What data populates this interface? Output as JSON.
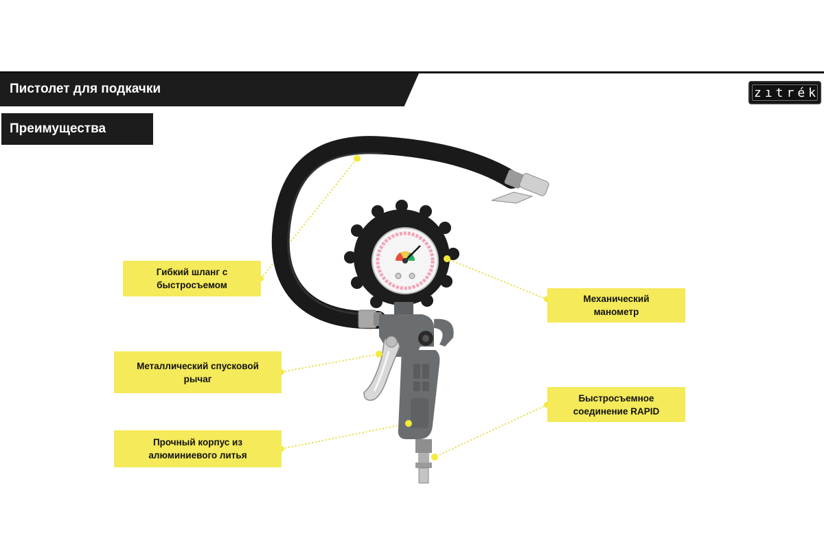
{
  "header": {
    "title": "Пистолет для подкачки",
    "subtitle": "Преимущества"
  },
  "logo": {
    "text": "zıtrék"
  },
  "callouts": [
    {
      "line1": "Гибкий шланг с",
      "line2": "быстросъемом"
    },
    {
      "line1": "Металлический спусковой",
      "line2": "рычаг"
    },
    {
      "line1": "Прочный корпус из",
      "line2": "алюминиевого литья"
    },
    {
      "line1": "Механический",
      "line2": "манометр"
    },
    {
      "line1": "Быстросъемное",
      "line2": "соединение RAPID"
    }
  ],
  "colors": {
    "header_bg": "#1c1c1c",
    "label_bg": "#f4ea5a",
    "leader_line": "#e8dc3a",
    "tool_body": "#6b6e70",
    "hose": "#1a1a1a"
  }
}
